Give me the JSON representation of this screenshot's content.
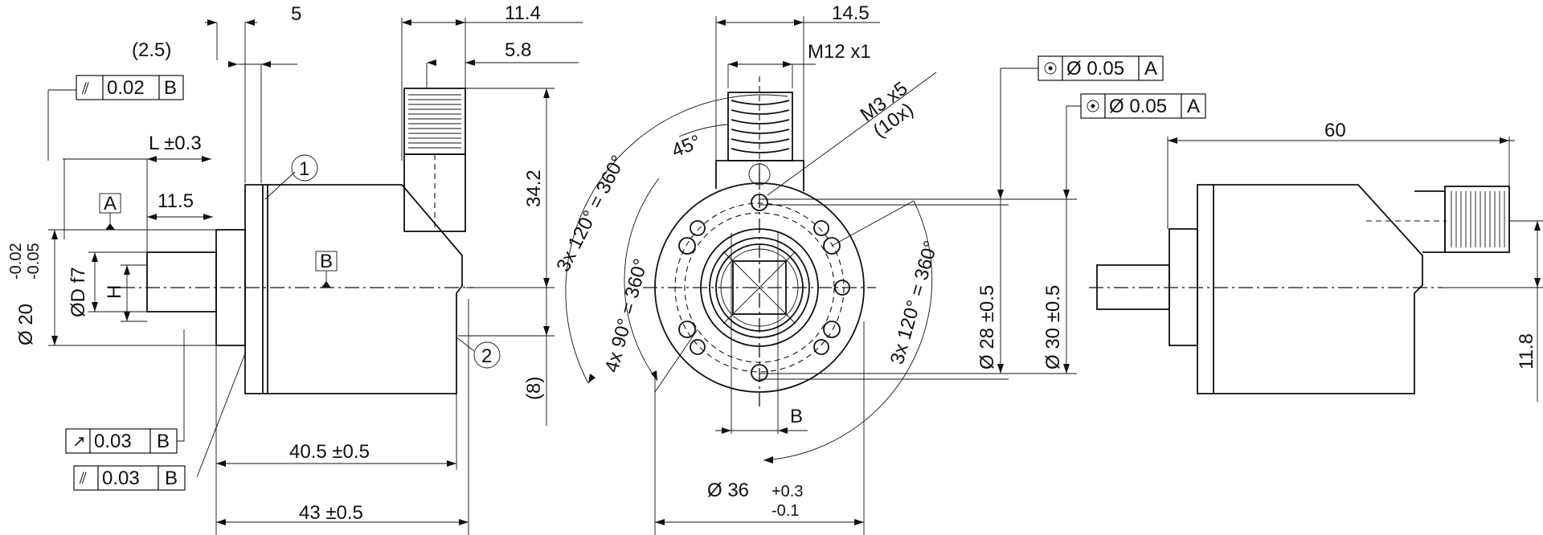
{
  "side_view": {
    "dim_top_5": "5",
    "dim_2_5": "(2.5)",
    "dim_11_4": "11.4",
    "dim_5_8": "5.8",
    "dim_34_2": "34.2",
    "dim_L": "L ±0.3",
    "dim_11_5": "11.5",
    "dim_dia20": "Ø 20",
    "dim_dia20_tol_upper": "-0.02",
    "dim_dia20_tol_lower": "-0.05",
    "dim_dia_D": "ØD f7",
    "dim_H": "H",
    "dim_8": "(8)",
    "dim_40_5": "40.5 ±0.5",
    "dim_43": "43 ±0.5",
    "callout_1": "1",
    "callout_2": "2",
    "datum_A": "A",
    "datum_B": "B",
    "fcf_top_value": "0.02",
    "fcf_top_datum": "B",
    "fcf_runout_value": "0.03",
    "fcf_runout_datum": "B",
    "fcf_total_value": "0.03",
    "fcf_total_datum": "B"
  },
  "front_view": {
    "dim_14_5": "14.5",
    "dim_m12": "M12 x1",
    "dim_m3": "M3 x5",
    "dim_10x": "(10x)",
    "dim_45": "45°",
    "dim_3x120_left": "3x 120° = 360°",
    "dim_4x90": "4x 90° = 360°",
    "dim_3x120_right": "3x 120° = 360°",
    "dim_B": "B",
    "dim_dia36": "Ø 36",
    "dim_dia36_tol_upper": "+0.3",
    "dim_dia36_tol_lower": "-0.1"
  },
  "datum_callouts": {
    "fcf1_value": "Ø 0.05",
    "fcf1_datum": "A",
    "fcf2_value": "Ø 0.05",
    "fcf2_datum": "A",
    "dim_dia28": "Ø 28 ±0.5",
    "dim_dia30": "Ø 30 ±0.5"
  },
  "right_view": {
    "dim_60": "60",
    "dim_11_8": "11.8"
  }
}
